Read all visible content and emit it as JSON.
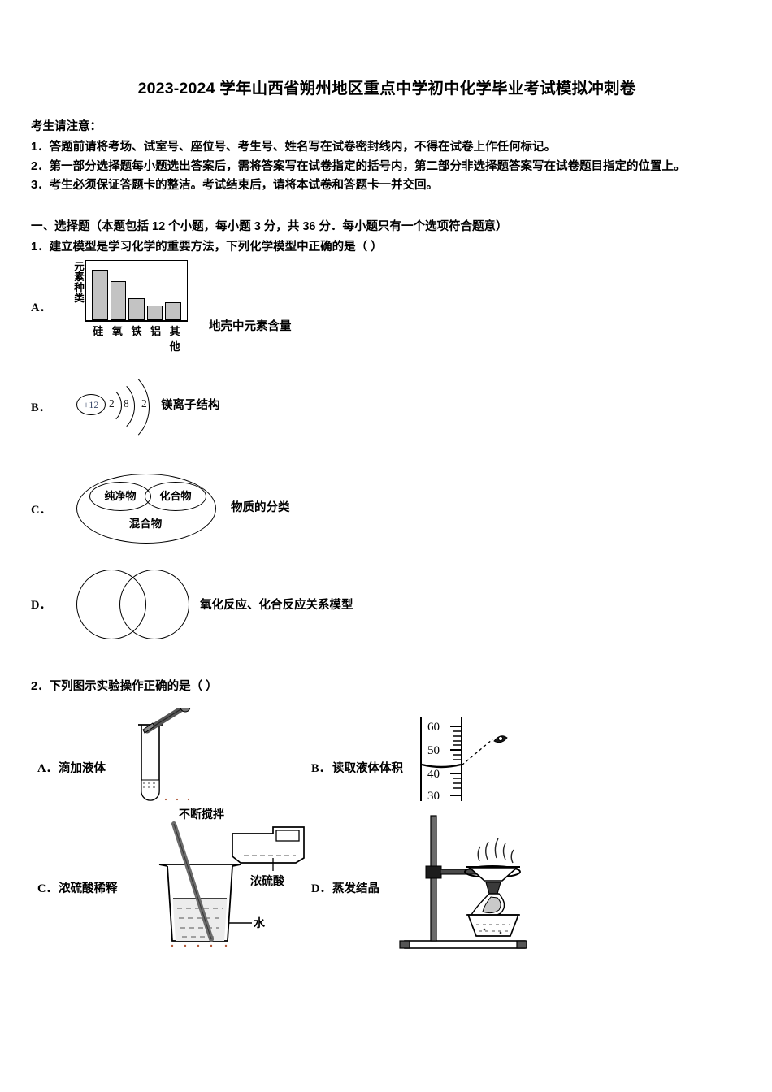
{
  "document": {
    "title": "2023-2024 学年山西省朔州地区重点中学初中化学毕业考试模拟冲刺卷",
    "notice_head": "考生请注意：",
    "notice_lines": [
      "1．答题前请将考场、试室号、座位号、考生号、姓名写在试卷密封线内，不得在试卷上作任何标记。",
      "2．第一部分选择题每小题选出答案后，需将答案写在试卷指定的括号内，第二部分非选择题答案写在试卷题目指定的位置上。",
      "3．考生必须保证答题卡的整洁。考试结束后，请将本试卷和答题卡一并交回。"
    ],
    "section_head": "一、选择题（本题包括 12 个小题，每小题 3 分，共 36 分．每小题只有一个选项符合题意）"
  },
  "question1": {
    "number": "1．",
    "text": "建立模型是学习化学的重要方法，下列化学模型中正确的是（       ）",
    "options": {
      "a": {
        "letter": "A．",
        "caption": "地壳中元素含量",
        "ylabel": "元素种类"
      },
      "b": {
        "letter": "B．",
        "caption": "镁离子结构",
        "nucleus": "+12",
        "shells": [
          "2",
          "8",
          "2"
        ]
      },
      "c": {
        "letter": "C．",
        "caption": "物质的分类",
        "inner_left": "纯净物",
        "inner_right": "化合物",
        "outer": "混合物"
      },
      "d": {
        "letter": "D．",
        "caption": "氧化反应、化合反应关系模型"
      }
    }
  },
  "question2": {
    "number": "2．",
    "text": "下列图示实验操作正确的是（  ）",
    "options": {
      "a": {
        "letter": "A．",
        "caption": "滴加液体"
      },
      "b": {
        "letter": "B．",
        "caption": "读取液体体积",
        "scale_labels": [
          "60",
          "50",
          "40",
          "30"
        ]
      },
      "c": {
        "letter": "C．",
        "caption": "浓硫酸稀释",
        "label_stir": "不断搅拌",
        "label_acid": "浓硫酸",
        "label_water": "水"
      },
      "d": {
        "letter": "D．",
        "caption": "蒸发结晶"
      }
    }
  },
  "chart_data": {
    "type": "bar",
    "title": "地壳中元素含量",
    "xlabel": "",
    "ylabel": "元素种类",
    "categories": [
      "硅",
      "氧",
      "铁",
      "铝",
      "其他"
    ],
    "values": [
      86,
      66,
      38,
      25,
      31
    ],
    "ylim": [
      0,
      100
    ],
    "grid": false,
    "legend": "none",
    "bar_color": "#c3c3c3",
    "bar_border": "#000000"
  },
  "colors": {
    "text": "#000000",
    "paper": "#ffffff",
    "bar_fill": "#c3c3c3",
    "nucleus_text": "#3a4a6b",
    "glass_fill": "#ffffff",
    "metal": "#6b6b6b"
  }
}
